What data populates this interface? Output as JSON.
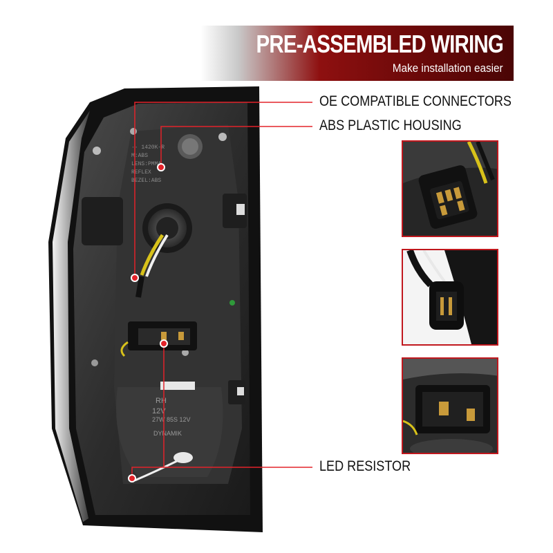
{
  "banner": {
    "title": "PRE-ASSEMBLED WIRING",
    "subtitle": "Make installation easier"
  },
  "callouts": [
    {
      "label": "OE COMPATIBLE CONNECTORS"
    },
    {
      "label": "ABS PLASTIC HOUSING"
    },
    {
      "label": "LED RESISTOR"
    }
  ],
  "lamp_markings": {
    "side": "RH",
    "voltage": "12V",
    "rating": "27W 85S 12V",
    "brand": "DYNAMIK"
  },
  "colors": {
    "accent": "#c0171d",
    "banner_dark": "#6a0909",
    "callout_dot": "#e3232a"
  }
}
